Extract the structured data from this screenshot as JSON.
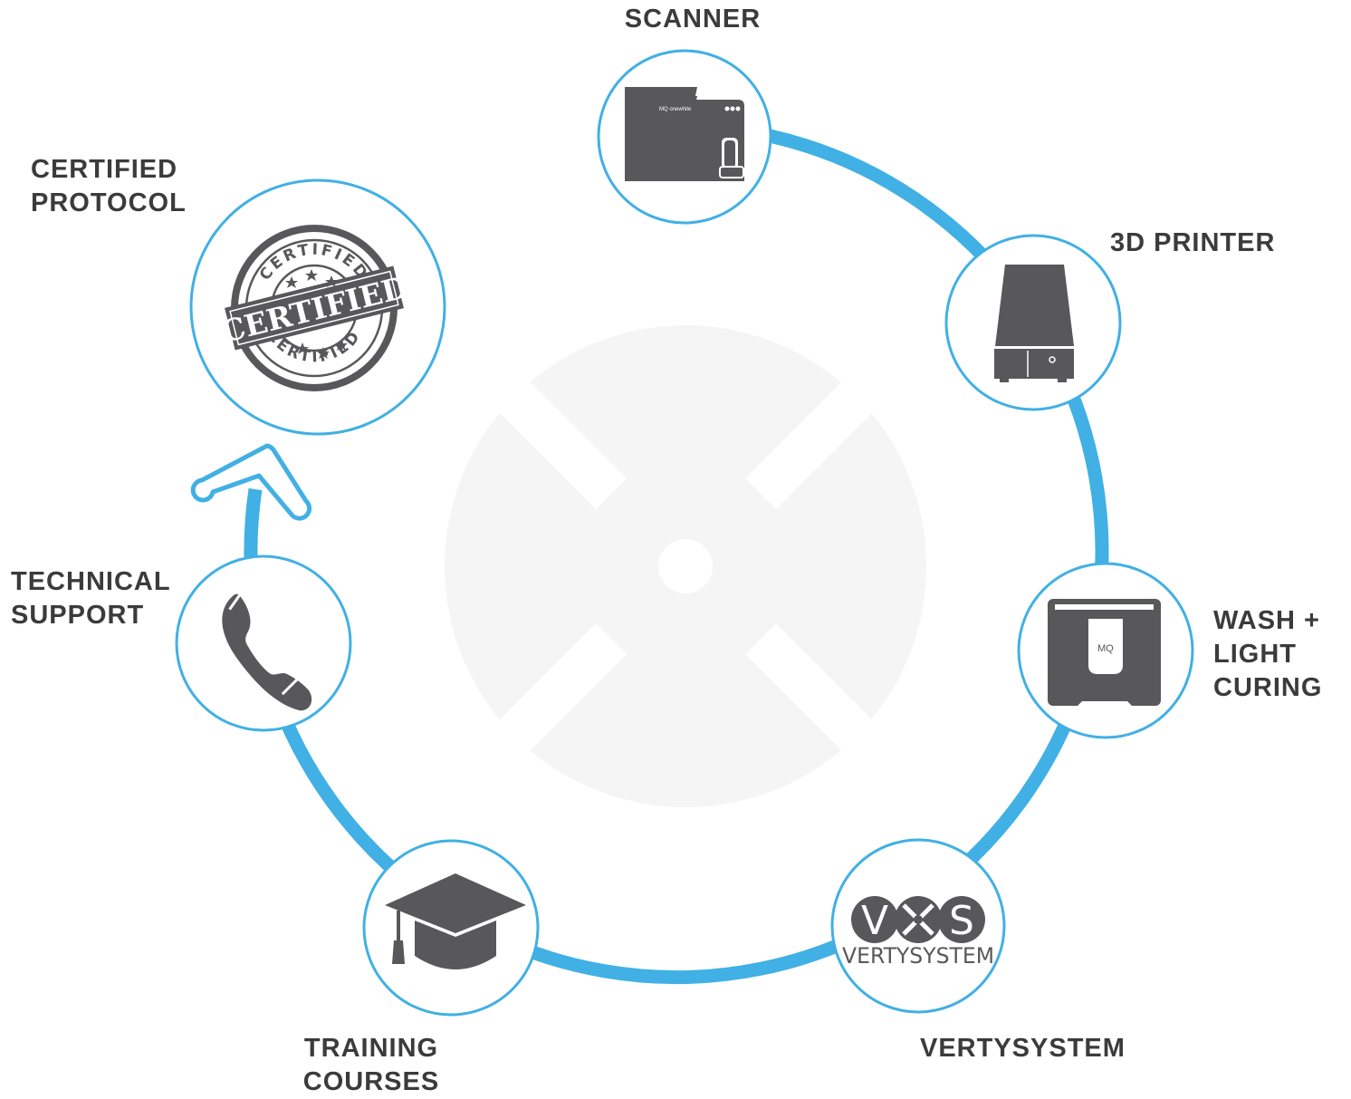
{
  "nodes": [
    {
      "id": "scanner",
      "lines": [
        "SCANNER"
      ],
      "icon": "scanner-icon",
      "logo_text": "MQ onewhite"
    },
    {
      "id": "printer",
      "lines": [
        "3D PRINTER"
      ],
      "icon": "3d-printer-icon"
    },
    {
      "id": "wash",
      "lines": [
        "WASH +",
        "LIGHT",
        "CURING"
      ],
      "icon": "wash-curing-station-icon",
      "logo_text": "MQ"
    },
    {
      "id": "vertysystem",
      "lines": [
        "VERTYSYSTEM"
      ],
      "icon": "vertysystem-logo-icon",
      "logo_letters": [
        "V",
        "S"
      ],
      "logo_text": "VERTYSYSTEM"
    },
    {
      "id": "training",
      "lines": [
        "TRAINING",
        "COURSES"
      ],
      "icon": "graduation-cap-icon"
    },
    {
      "id": "support",
      "lines": [
        "TECHNICAL",
        "SUPPORT"
      ],
      "icon": "phone-icon"
    },
    {
      "id": "certified",
      "lines": [
        "CERTIFIED",
        "PROTOCOL"
      ],
      "icon": "certified-stamp-icon",
      "stamp_text": [
        "CERTIFIED",
        "CERTIFIED",
        "CERTIFIED"
      ]
    }
  ],
  "colors": {
    "ring": "#41b0e4",
    "icon": "#58585a",
    "label": "#3b3b3b",
    "watermark": "#f5f5f5"
  }
}
